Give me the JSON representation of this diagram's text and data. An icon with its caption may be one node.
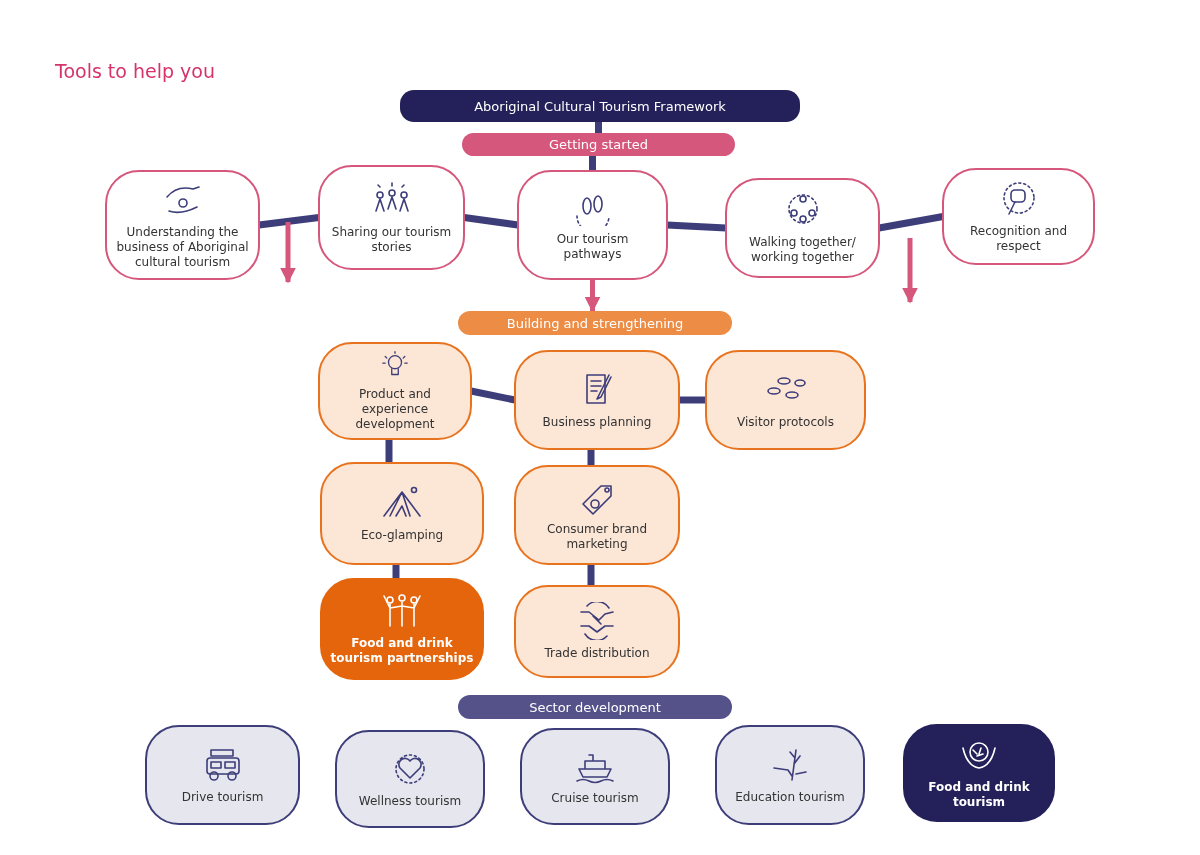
{
  "diagram": {
    "title": "Tools to help you",
    "nodes": [
      {
        "text": [
          "Aboriginal Cultural Tourism Framework"
        ]
      },
      {
        "text": [
          "Getting started"
        ]
      },
      {
        "text": [
          "Understanding the business of Aboriginal cultural tourism"
        ]
      },
      {
        "text": [
          "Sharing our tourism stories"
        ]
      },
      {
        "text": [
          "Our tourism pathways"
        ]
      },
      {
        "text": [
          "Walking together/ working together"
        ]
      },
      {
        "text": [
          "Recognition and respect"
        ]
      },
      {
        "text": [
          "Building and strengthening"
        ]
      },
      {
        "text": [
          "Product and experience development"
        ]
      },
      {
        "text": [
          "Business planning"
        ]
      },
      {
        "text": [
          "Visitor protocols"
        ]
      },
      {
        "text": [
          "Eco-glamping"
        ]
      },
      {
        "text": [
          "Consumer brand marketing"
        ]
      },
      {
        "text": [
          "Food and drink tourism partnerships"
        ]
      },
      {
        "text": [
          "Trade distribution"
        ]
      },
      {
        "text": [
          "Sector development"
        ]
      },
      {
        "text": [
          "Drive tourism"
        ]
      },
      {
        "text": [
          "Wellness tourism"
        ]
      },
      {
        "text": [
          "Cruise tourism"
        ]
      },
      {
        "text": [
          "Education tourism"
        ]
      },
      {
        "text": [
          "Food and drink tourism"
        ]
      }
    ],
    "edges": [
      {
        "from": 0,
        "to": 1,
        "arrow": "none"
      },
      {
        "from": 1,
        "to": 4,
        "arrow": "none"
      },
      {
        "from": 2,
        "to": 3,
        "arrow": "none"
      },
      {
        "from": 3,
        "to": 4,
        "arrow": "none"
      },
      {
        "from": 4,
        "to": 5,
        "arrow": "none"
      },
      {
        "from": 5,
        "to": 6,
        "arrow": "none"
      },
      {
        "from": 4,
        "to": 7,
        "arrow": "to",
        "color": "#d6577c"
      },
      {
        "from": 8,
        "to": 9,
        "arrow": "none"
      },
      {
        "from": 9,
        "to": 10,
        "arrow": "none"
      },
      {
        "from": 8,
        "to": 11,
        "arrow": "none"
      },
      {
        "from": 11,
        "to": 13,
        "arrow": "none"
      },
      {
        "from": 9,
        "to": 12,
        "arrow": "none"
      },
      {
        "from": 12,
        "to": 14,
        "arrow": "none"
      }
    ]
  }
}
